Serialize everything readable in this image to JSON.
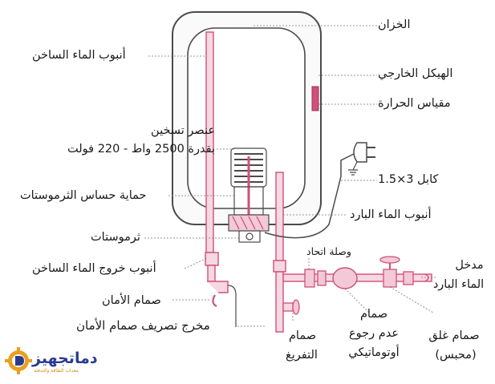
{
  "labels": {
    "tank": "الخزان",
    "hot_pipe": "أنبوب الماء الساخن",
    "outer_body": "الهيكل الخارجي",
    "temp_gauge": "مقياس الحرارة",
    "heating_element_line1": "عنصر تسخين",
    "heating_element_line2": "بقدرة 2500 واط - 220 فولت",
    "cable": "كابل 3×1.5",
    "sensor_protection": "حماية حساس الثرموستات",
    "cold_pipe": "أنبوب الماء البارد",
    "thermostat": "ثرموستات",
    "union": "وصلة اتحاد",
    "hot_outlet_pipe": "أنبوب خروج الماء الساخن",
    "cold_inlet_line1": "مدخل",
    "cold_inlet_line2": "الماء البارد",
    "safety_valve": "صمام الأمان",
    "safety_drain": "مخرج تصريف صمام الأمان",
    "drain_valve_line1": "صمام",
    "drain_valve_line2": "التفريغ",
    "check_valve_line1": "صمام",
    "check_valve_line2": "عدم رجوع",
    "check_valve_line3": "أوتوماتيكي",
    "shutoff_valve_line1": "صمام غلق",
    "shutoff_valve_line2": "(محبس)"
  },
  "logo": {
    "text": "دماتجهيز",
    "subtitle": "معدات الطاقة والتدفئة"
  },
  "colors": {
    "outline": "#4a4a4a",
    "pink": "#d0507a",
    "pink_fill": "#f2c9d6",
    "leader": "#7a7a7a",
    "brand_blue": "#2a3b8f",
    "brand_orange": "#e8a020"
  }
}
